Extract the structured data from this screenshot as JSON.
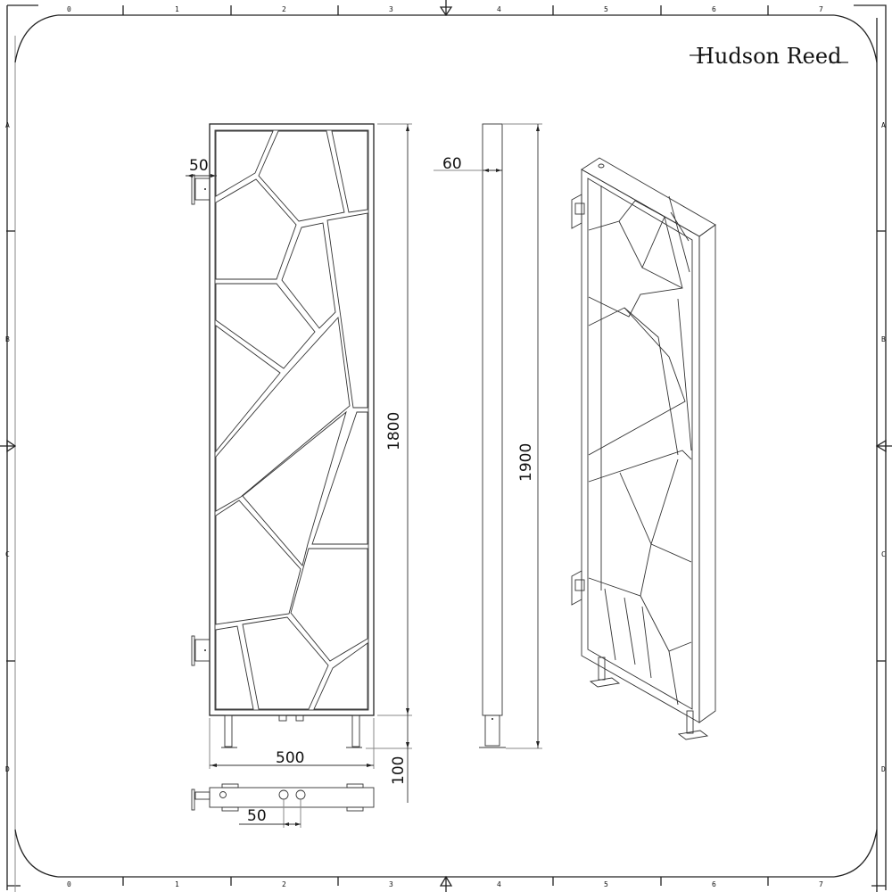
{
  "brand": {
    "name": "Hudson Reed"
  },
  "frame": {
    "columns": [
      "0",
      "1",
      "2",
      "3",
      "4",
      "5",
      "6",
      "7"
    ],
    "rows": [
      "A",
      "B",
      "C",
      "D"
    ]
  },
  "dimensions": {
    "front_view": {
      "bracket_depth": "50",
      "panel_height": "1800",
      "width": "500",
      "leg_height": "100",
      "pipe_centres": "50"
    },
    "side_view": {
      "depth": "60",
      "total_height": "1900"
    }
  },
  "views": [
    "front-elevation",
    "side-elevation",
    "plan-view",
    "isometric-view"
  ]
}
